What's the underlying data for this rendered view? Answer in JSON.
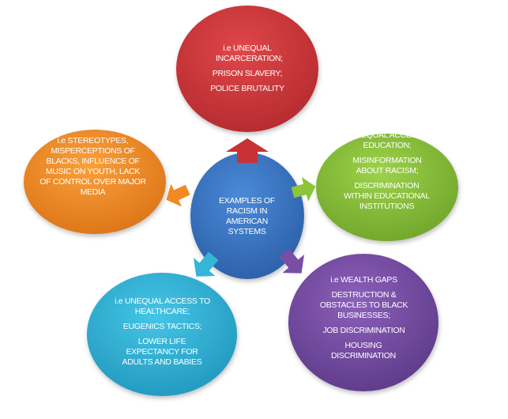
{
  "center": {
    "label": "EXAMPLES OF RACISM IN AMERICAN SYSTEMS",
    "color": "#3a78c8"
  },
  "nodes": [
    {
      "id": "incarceration",
      "color": "#d0363a",
      "lines": [
        "i.e UNEQUAL INCARCERATION;",
        "PRISON SLAVERY;",
        "POLICE BRUTALITY"
      ]
    },
    {
      "id": "education",
      "color": "#8cc43a",
      "lines": [
        "i.e UNEQUAL ACCESS TO EDUCATION;",
        "MISINFORMATION ABOUT RACISM;",
        "DISCRIMINATION WITHIN EDUCATIONAL INSTITUTIONS"
      ]
    },
    {
      "id": "wealth",
      "color": "#7a4ea6",
      "lines": [
        "i.e WEALTH GAPS",
        "DESTRUCTION  & OBSTACLES TO BLACK BUSINESSES;",
        "JOB DISCRIMINATION",
        "HOUSING DISCRIMINATION"
      ]
    },
    {
      "id": "healthcare",
      "color": "#33b6d8",
      "lines": [
        "i.e UNEQUAL ACCESS TO HEALTHCARE;",
        "EUGENICS TACTICS;",
        "LOWER LIFE EXPECTANCY FOR ADULTS AND BABIES"
      ]
    },
    {
      "id": "media",
      "color": "#f28a25",
      "lines": [
        "i.e STEREOTYPES, MISPERCEPTIONS OF BLACKS, INFLUENCE OF MUSIC ON YOUTH, LACK OF CONTROL OVER MAJOR MEDIA"
      ]
    }
  ]
}
